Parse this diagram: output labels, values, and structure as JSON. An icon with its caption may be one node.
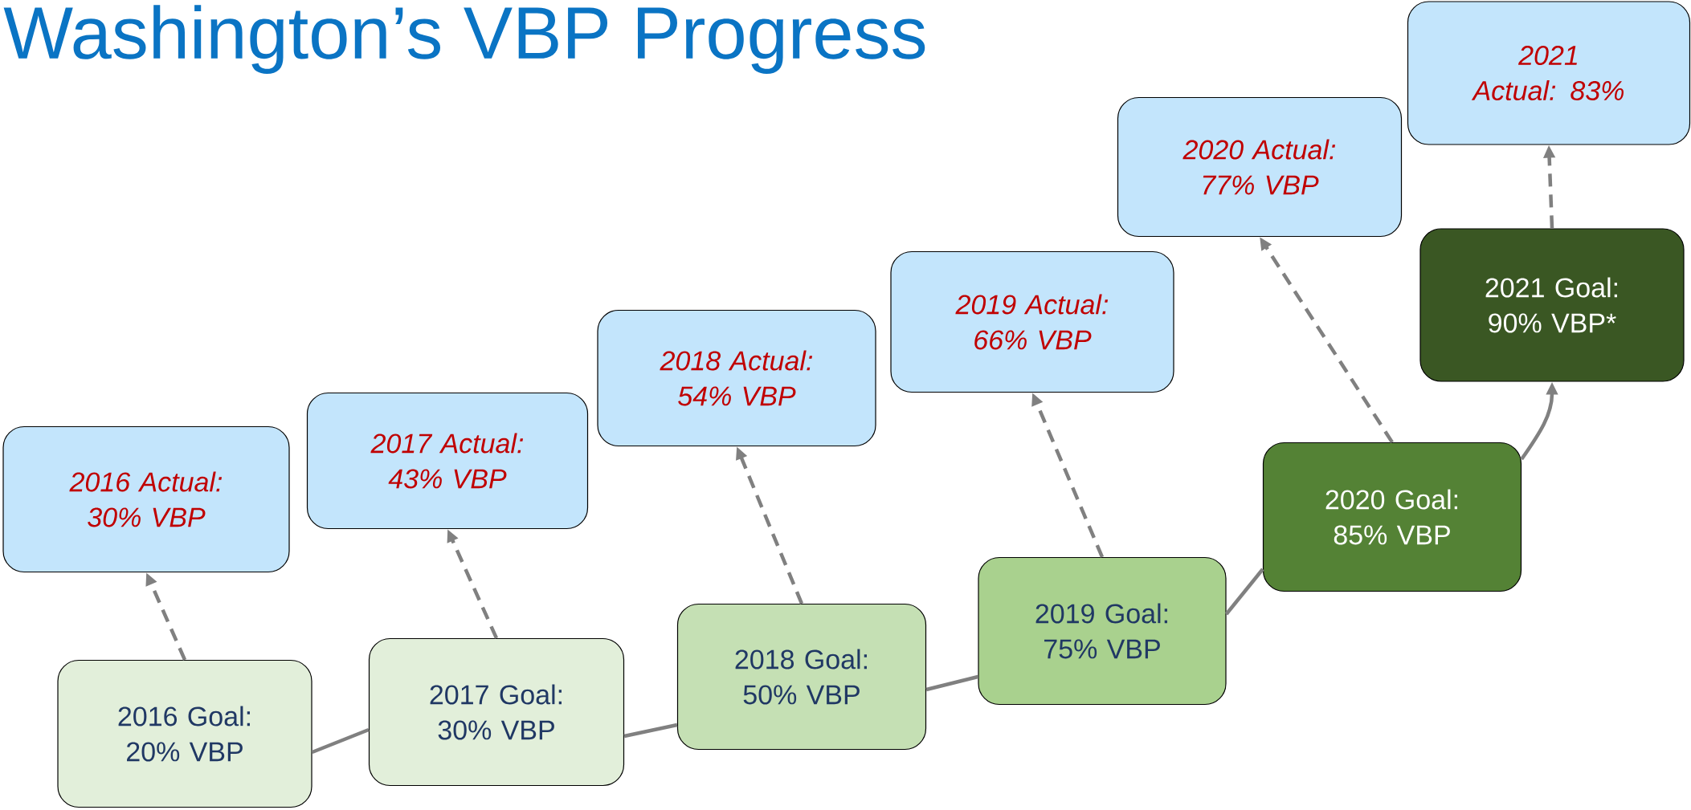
{
  "diagram": {
    "title": "Washington’s VBP Progress",
    "nodes": [
      {
        "text": [
          "2016 Actual: 30% VBP"
        ]
      },
      {
        "text": [
          "2016 Goal: 20% VBP"
        ]
      },
      {
        "text": [
          "2017 Actual: 43% VBP"
        ]
      },
      {
        "text": [
          "2017 Goal: 30% VBP"
        ]
      },
      {
        "text": [
          "2018 Actual: 54% VBP"
        ]
      },
      {
        "text": [
          "2018 Goal: 50% VBP"
        ]
      },
      {
        "text": [
          "2019 Actual: 66% VBP"
        ]
      },
      {
        "text": [
          "2019 Goal: 75% VBP"
        ]
      },
      {
        "text": [
          "2020 Actual: 77% VBP"
        ]
      },
      {
        "text": [
          "2020 Goal: 85% VBP"
        ]
      },
      {
        "text": [
          "2021 Actual: 83%"
        ]
      },
      {
        "text": [
          "2021 Goal: 90% VBP*"
        ]
      }
    ],
    "edges": [
      {
        "from": 1,
        "to": 0,
        "arrow": "to",
        "style": "dashed"
      },
      {
        "from": 3,
        "to": 2,
        "arrow": "to",
        "style": "dashed"
      },
      {
        "from": 5,
        "to": 4,
        "arrow": "to",
        "style": "dashed"
      },
      {
        "from": 7,
        "to": 6,
        "arrow": "to",
        "style": "dashed"
      },
      {
        "from": 9,
        "to": 8,
        "arrow": "to",
        "style": "dashed"
      },
      {
        "from": 11,
        "to": 10,
        "arrow": "to",
        "style": "dashed"
      },
      {
        "from": 1,
        "to": 3,
        "arrow": "none"
      },
      {
        "from": 3,
        "to": 5,
        "arrow": "none"
      },
      {
        "from": 5,
        "to": 7,
        "arrow": "none"
      },
      {
        "from": 7,
        "to": 9,
        "arrow": "none"
      },
      {
        "from": 9,
        "to": 11,
        "arrow": "to"
      }
    ]
  }
}
